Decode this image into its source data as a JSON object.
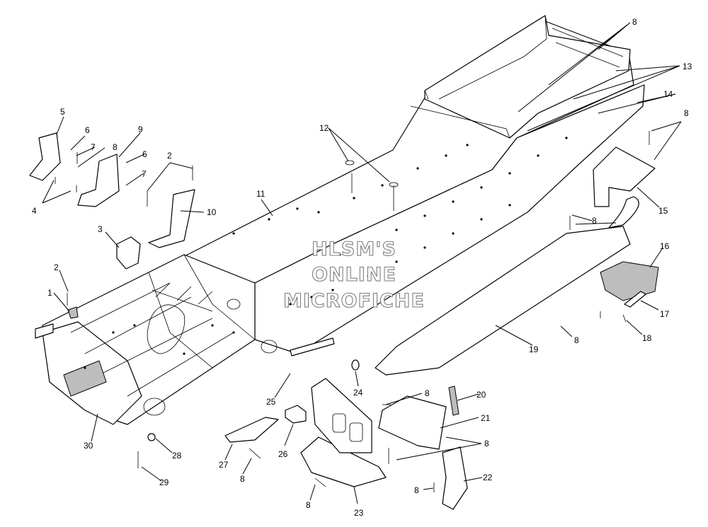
{
  "watermark": {
    "line1": "HLSM'S",
    "line2": "ONLINE",
    "line3": "MICROFICHE"
  },
  "callouts": [
    {
      "id": "c-1",
      "text": "1"
    },
    {
      "id": "c-2a",
      "text": "2"
    },
    {
      "id": "c-2b",
      "text": "2"
    },
    {
      "id": "c-3",
      "text": "3"
    },
    {
      "id": "c-4",
      "text": "4"
    },
    {
      "id": "c-5",
      "text": "5"
    },
    {
      "id": "c-6a",
      "text": "6"
    },
    {
      "id": "c-6b",
      "text": "6"
    },
    {
      "id": "c-7a",
      "text": "7"
    },
    {
      "id": "c-7b",
      "text": "7"
    },
    {
      "id": "c-8a",
      "text": "8"
    },
    {
      "id": "c-8b",
      "text": "8"
    },
    {
      "id": "c-8c",
      "text": "8"
    },
    {
      "id": "c-8d",
      "text": "8"
    },
    {
      "id": "c-8e",
      "text": "8"
    },
    {
      "id": "c-8f",
      "text": "8"
    },
    {
      "id": "c-8g",
      "text": "8"
    },
    {
      "id": "c-8h",
      "text": "8"
    },
    {
      "id": "c-8i",
      "text": "8"
    },
    {
      "id": "c-8j",
      "text": "8"
    },
    {
      "id": "c-9",
      "text": "9"
    },
    {
      "id": "c-10",
      "text": "10"
    },
    {
      "id": "c-11",
      "text": "11"
    },
    {
      "id": "c-12",
      "text": "12"
    },
    {
      "id": "c-13",
      "text": "13"
    },
    {
      "id": "c-14",
      "text": "14"
    },
    {
      "id": "c-15",
      "text": "15"
    },
    {
      "id": "c-16",
      "text": "16"
    },
    {
      "id": "c-17",
      "text": "17"
    },
    {
      "id": "c-18",
      "text": "18"
    },
    {
      "id": "c-19",
      "text": "19"
    },
    {
      "id": "c-20",
      "text": "20"
    },
    {
      "id": "c-21",
      "text": "21"
    },
    {
      "id": "c-22",
      "text": "22"
    },
    {
      "id": "c-23",
      "text": "23"
    },
    {
      "id": "c-24",
      "text": "24"
    },
    {
      "id": "c-25",
      "text": "25"
    },
    {
      "id": "c-26",
      "text": "26"
    },
    {
      "id": "c-27",
      "text": "27"
    },
    {
      "id": "c-28",
      "text": "28"
    },
    {
      "id": "c-29",
      "text": "29"
    },
    {
      "id": "c-30",
      "text": "30"
    }
  ]
}
